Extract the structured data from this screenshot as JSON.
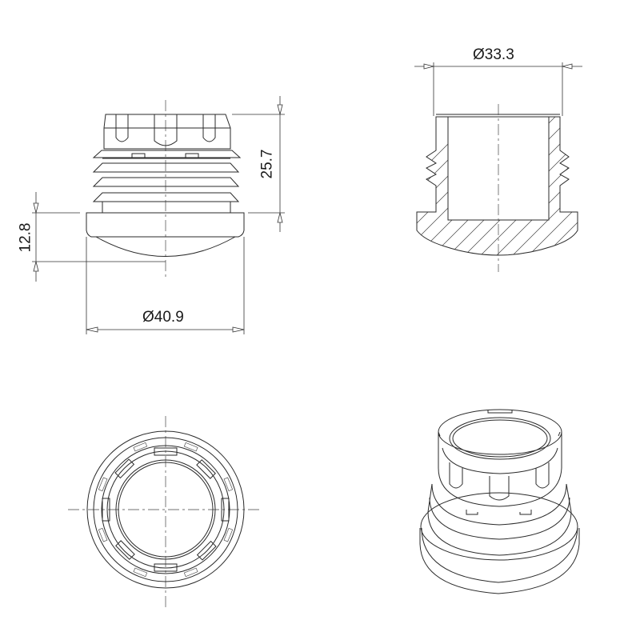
{
  "drawing": {
    "views": [
      {
        "name": "front-elevation",
        "position": "top-left"
      },
      {
        "name": "cross-section",
        "position": "top-right"
      },
      {
        "name": "top-plan",
        "position": "bottom-left"
      },
      {
        "name": "isometric",
        "position": "bottom-right"
      }
    ],
    "dimensions": {
      "overall_height": "25.7",
      "base_height": "12.8",
      "base_diameter": "Ø40.9",
      "insert_diameter": "Ø33.3"
    },
    "line_color": "#2a2a2a",
    "background": "#ffffff"
  }
}
